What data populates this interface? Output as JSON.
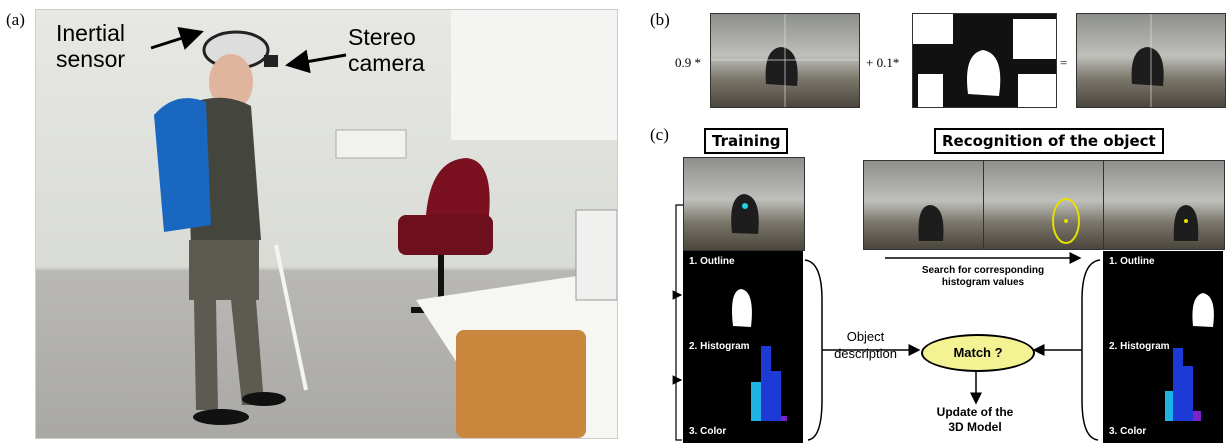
{
  "panel_a": {
    "label": "(a)",
    "sensor_callout": [
      "Inertial",
      "sensor"
    ],
    "camera_callout": [
      "Stereo",
      "camera"
    ]
  },
  "panel_b": {
    "label": "(b)",
    "coef1": "0.9 *",
    "plus": "+ 0.1*",
    "equals": "="
  },
  "panel_c": {
    "label": "(c)",
    "training_title": "Training",
    "recognition_title": "Recognition of the object",
    "search_caption": [
      "Search for corresponding",
      "histogram values"
    ],
    "left_blocks": [
      "1. Outline",
      "2. Histogram",
      "3. Color"
    ],
    "right_blocks": [
      "1. Outline",
      "2. Histogram",
      "3. Color"
    ],
    "object_description": [
      "Object",
      "description"
    ],
    "match": "Match ?",
    "update": [
      "Update of the",
      "3D Model"
    ]
  },
  "colors": {
    "highlight": "#f3f394",
    "bar_blue": "#1e3ad6",
    "bar_cyan": "#1fb2e4",
    "ellipse": "#e6e000"
  }
}
